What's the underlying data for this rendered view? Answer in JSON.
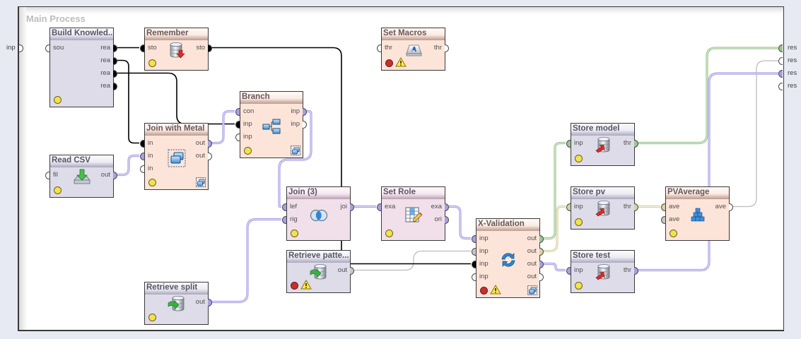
{
  "process": {
    "title": "Main Process",
    "inputs": [
      {
        "label": "inp",
        "type": "hollow"
      }
    ],
    "outputs": [
      {
        "label": "res",
        "type": "model"
      },
      {
        "label": "res",
        "type": "hollow"
      },
      {
        "label": "res",
        "type": "example_set"
      },
      {
        "label": "res",
        "type": "hollow"
      }
    ]
  },
  "port_type_colors": {
    "object": "#000000",
    "example_set": "#a89fe6",
    "generic": "#c8c8c8",
    "model": "#9dc590",
    "performance": "#d7d3a3",
    "hollow": "#ffffff"
  },
  "status_colors": {
    "ok": "#f3e24a",
    "error": "#c92f2b",
    "warning": "#ffe94a"
  },
  "nodes": [
    {
      "id": "build_knowledge",
      "title": "Build Knowled...",
      "theme": "lavender",
      "icon": null,
      "subprocess": false,
      "status": "ok",
      "warning": false,
      "inputs": [
        {
          "label": "sou",
          "type": "hollow"
        }
      ],
      "outputs": [
        {
          "label": "rea",
          "type": "object"
        },
        {
          "label": "rea",
          "type": "object"
        },
        {
          "label": "rea",
          "type": "object"
        },
        {
          "label": "rea",
          "type": "object"
        }
      ]
    },
    {
      "id": "remember",
      "title": "Remember",
      "theme": "peach",
      "icon": "remember-icon",
      "subprocess": false,
      "status": "ok",
      "warning": false,
      "inputs": [
        {
          "label": "sto",
          "type": "object"
        }
      ],
      "outputs": [
        {
          "label": "sto",
          "type": "object"
        }
      ]
    },
    {
      "id": "set_macros",
      "title": "Set Macros",
      "theme": "peach",
      "icon": "keyboard-key-icon",
      "subprocess": false,
      "status": "error",
      "warning": true,
      "inputs": [
        {
          "label": "thr",
          "type": "hollow"
        }
      ],
      "outputs": [
        {
          "label": "thr",
          "type": "hollow"
        }
      ]
    },
    {
      "id": "branch",
      "title": "Branch",
      "theme": "peach",
      "icon": "branch-icon",
      "subprocess": true,
      "status": "ok",
      "warning": false,
      "inputs": [
        {
          "label": "con",
          "type": "example_set"
        },
        {
          "label": "inp",
          "type": "object"
        },
        {
          "label": "inp",
          "type": "hollow"
        }
      ],
      "outputs": [
        {
          "label": "inp",
          "type": "example_set"
        },
        {
          "label": "inp",
          "type": "hollow"
        }
      ]
    },
    {
      "id": "join_with_metal",
      "title": "Join with Metal",
      "theme": "peach",
      "icon": "subprocess-icon",
      "subprocess": true,
      "status": "ok",
      "warning": false,
      "inputs": [
        {
          "label": "in",
          "type": "object"
        },
        {
          "label": "in",
          "type": "example_set"
        },
        {
          "label": "in",
          "type": "hollow"
        }
      ],
      "outputs": [
        {
          "label": "out",
          "type": "example_set"
        },
        {
          "label": "out",
          "type": "hollow"
        }
      ]
    },
    {
      "id": "read_csv",
      "title": "Read CSV",
      "theme": "lavender",
      "icon": "import-icon",
      "subprocess": false,
      "status": "ok",
      "warning": false,
      "inputs": [
        {
          "label": "fil",
          "type": "hollow"
        }
      ],
      "outputs": [
        {
          "label": "out",
          "type": "example_set"
        }
      ]
    },
    {
      "id": "join3",
      "title": "Join (3)",
      "theme": "pink",
      "icon": "join-icon",
      "subprocess": false,
      "status": "ok",
      "warning": false,
      "inputs": [
        {
          "label": "lef",
          "type": "example_set"
        },
        {
          "label": "rig",
          "type": "example_set"
        }
      ],
      "outputs": [
        {
          "label": "joi",
          "type": "example_set"
        }
      ]
    },
    {
      "id": "set_role",
      "title": "Set Role",
      "theme": "pink",
      "icon": "table-edit-icon",
      "subprocess": false,
      "status": "ok",
      "warning": false,
      "inputs": [
        {
          "label": "exa",
          "type": "example_set"
        }
      ],
      "outputs": [
        {
          "label": "exa",
          "type": "example_set"
        },
        {
          "label": "ori",
          "type": "example_set"
        }
      ]
    },
    {
      "id": "retrieve_pattern",
      "title": "Retrieve patte...",
      "theme": "lavender",
      "icon": "retrieve-icon",
      "subprocess": false,
      "status": "error",
      "warning": true,
      "inputs": [],
      "outputs": [
        {
          "label": "out",
          "type": "generic"
        }
      ]
    },
    {
      "id": "retrieve_split",
      "title": "Retrieve split",
      "theme": "lavender",
      "icon": "retrieve-icon",
      "subprocess": false,
      "status": "ok",
      "warning": false,
      "inputs": [],
      "outputs": [
        {
          "label": "out",
          "type": "example_set"
        }
      ]
    },
    {
      "id": "x_validation",
      "title": "X-Validation",
      "theme": "peach",
      "icon": "validation-icon",
      "subprocess": true,
      "status": "error",
      "warning": true,
      "inputs": [
        {
          "label": "inp",
          "type": "example_set"
        },
        {
          "label": "inp",
          "type": "generic"
        },
        {
          "label": "inp",
          "type": "object"
        },
        {
          "label": "inp",
          "type": "hollow"
        }
      ],
      "outputs": [
        {
          "label": "out",
          "type": "model"
        },
        {
          "label": "out",
          "type": "performance"
        },
        {
          "label": "out",
          "type": "example_set"
        },
        {
          "label": "out",
          "type": "hollow"
        }
      ]
    },
    {
      "id": "store_model",
      "title": "Store model",
      "theme": "lavender",
      "icon": "store-icon",
      "subprocess": false,
      "status": "ok",
      "warning": false,
      "inputs": [
        {
          "label": "inp",
          "type": "model"
        }
      ],
      "outputs": [
        {
          "label": "thr",
          "type": "model"
        }
      ]
    },
    {
      "id": "store_pv",
      "title": "Store pv",
      "theme": "lavender",
      "icon": "store-icon",
      "subprocess": false,
      "status": "ok",
      "warning": false,
      "inputs": [
        {
          "label": "inp",
          "type": "performance"
        }
      ],
      "outputs": [
        {
          "label": "thr",
          "type": "performance"
        }
      ]
    },
    {
      "id": "store_test",
      "title": "Store test",
      "theme": "lavender",
      "icon": "store-icon",
      "subprocess": false,
      "status": "ok",
      "warning": false,
      "inputs": [
        {
          "label": "inp",
          "type": "example_set"
        }
      ],
      "outputs": [
        {
          "label": "thr",
          "type": "example_set"
        }
      ]
    },
    {
      "id": "pv_average",
      "title": "PVAverage",
      "theme": "peach",
      "icon": "average-icon",
      "subprocess": false,
      "status": "ok",
      "warning": false,
      "inputs": [
        {
          "label": "ave",
          "type": "performance"
        },
        {
          "label": "ave",
          "type": "generic"
        }
      ],
      "outputs": [
        {
          "label": "ave",
          "type": "hollow"
        }
      ]
    }
  ],
  "connections": [
    {
      "from": {
        "node": "build_knowledge",
        "port": 0
      },
      "to": {
        "node": "remember",
        "port": 0
      },
      "type": "object"
    },
    {
      "from": {
        "node": "build_knowledge",
        "port": 1
      },
      "to": {
        "node": "join_with_metal",
        "port": 0
      },
      "type": "object"
    },
    {
      "from": {
        "node": "build_knowledge",
        "port": 2
      },
      "to": {
        "node": "branch",
        "port": 1
      },
      "type": "object"
    },
    {
      "from": {
        "node": "read_csv",
        "port": 0
      },
      "to": {
        "node": "join_with_metal",
        "port": 1
      },
      "type": "example_set"
    },
    {
      "from": {
        "node": "join_with_metal",
        "port": 0
      },
      "to": {
        "node": "branch",
        "port": 0
      },
      "type": "example_set"
    },
    {
      "from": {
        "node": "branch",
        "port": 0
      },
      "to": {
        "node": "join3",
        "port": 0
      },
      "type": "example_set"
    },
    {
      "from": {
        "node": "retrieve_split",
        "port": 0
      },
      "to": {
        "node": "join3",
        "port": 1
      },
      "type": "example_set"
    },
    {
      "from": {
        "node": "join3",
        "port": 0
      },
      "to": {
        "node": "set_role",
        "port": 0
      },
      "type": "example_set"
    },
    {
      "from": {
        "node": "set_role",
        "port": 0
      },
      "to": {
        "node": "x_validation",
        "port": 0
      },
      "type": "example_set"
    },
    {
      "from": {
        "node": "retrieve_pattern",
        "port": 0
      },
      "to": {
        "node": "x_validation",
        "port": 1
      },
      "type": "generic"
    },
    {
      "from": {
        "node": "remember",
        "port": 0
      },
      "to": {
        "node": "x_validation",
        "port": 2
      },
      "type": "object"
    },
    {
      "from": {
        "node": "x_validation",
        "port": 0
      },
      "to": {
        "node": "store_model",
        "port": 0
      },
      "type": "model"
    },
    {
      "from": {
        "node": "x_validation",
        "port": 1
      },
      "to": {
        "node": "store_pv",
        "port": 0
      },
      "type": "performance"
    },
    {
      "from": {
        "node": "x_validation",
        "port": 2
      },
      "to": {
        "node": "store_test",
        "port": 0
      },
      "type": "example_set"
    },
    {
      "from": {
        "node": "store_model",
        "port": 0
      },
      "to": {
        "node": "process",
        "port": 0
      },
      "type": "model"
    },
    {
      "from": {
        "node": "store_pv",
        "port": 0
      },
      "to": {
        "node": "pv_average",
        "port": 0
      },
      "type": "performance"
    },
    {
      "from": {
        "node": "pv_average",
        "port": 0
      },
      "to": {
        "node": "process",
        "port": 1
      },
      "type": "generic"
    },
    {
      "from": {
        "node": "store_test",
        "port": 0
      },
      "to": {
        "node": "process",
        "port": 2
      },
      "type": "example_set"
    }
  ]
}
